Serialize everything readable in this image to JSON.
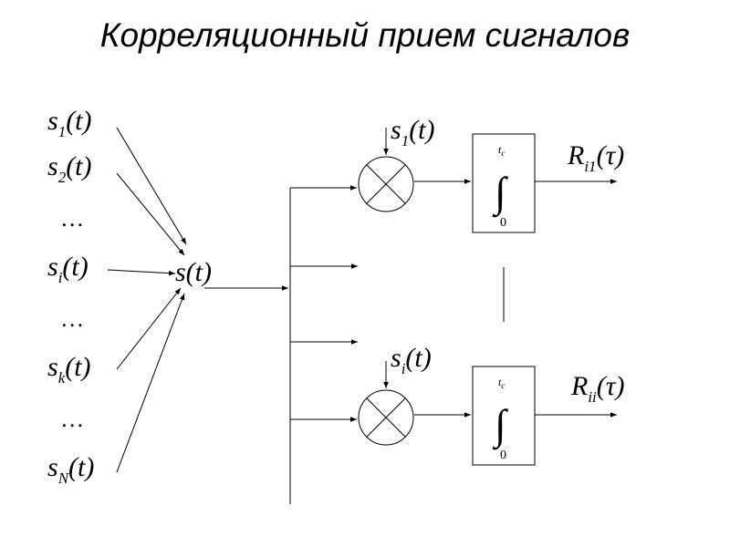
{
  "title": "Корреляционный прием сигналов",
  "inputs": [
    {
      "base": "s",
      "sub": "1",
      "arg": "(t)"
    },
    {
      "base": "s",
      "sub": "2",
      "arg": "(t)"
    },
    {
      "base": "s",
      "sub": "i",
      "arg": "(t)"
    },
    {
      "base": "s",
      "sub": "k",
      "arg": "(t)"
    },
    {
      "base": "s",
      "sub": "N",
      "arg": "(t)"
    }
  ],
  "ellipsis": "…",
  "sum_signal": "s(t)",
  "channels": [
    {
      "reference": {
        "base": "s",
        "sub": "1",
        "arg": "(t)"
      },
      "integral": {
        "upper": "t",
        "upper_sub": "c",
        "lower": "0",
        "symbol": "∫"
      },
      "output": {
        "base": "R",
        "sub": "i1",
        "arg": "(τ)"
      }
    },
    {
      "reference": {
        "base": "s",
        "sub": "i",
        "arg": "(t)"
      },
      "integral": {
        "upper": "t",
        "upper_sub": "c",
        "lower": "0",
        "symbol": "∫"
      },
      "output": {
        "base": "R",
        "sub": "ii",
        "arg": "(τ)"
      }
    }
  ]
}
